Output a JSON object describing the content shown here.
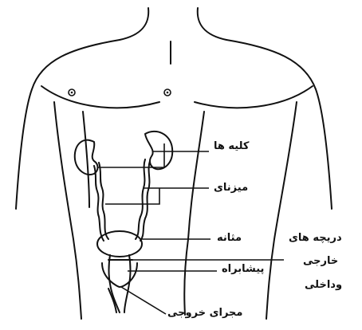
{
  "labels": {
    "kidneys": "کلیه ها",
    "ureters": "میزنای",
    "bladder": "مثانه",
    "sphincters_line1": "دریچه های",
    "sphincters_line2": "خارجی",
    "sphincters_line3": "وداخلی",
    "prostate": "پیشابراه",
    "urethra": "مجرای خروجی"
  },
  "colors": {
    "ink": "#111111",
    "background": "#ffffff"
  }
}
